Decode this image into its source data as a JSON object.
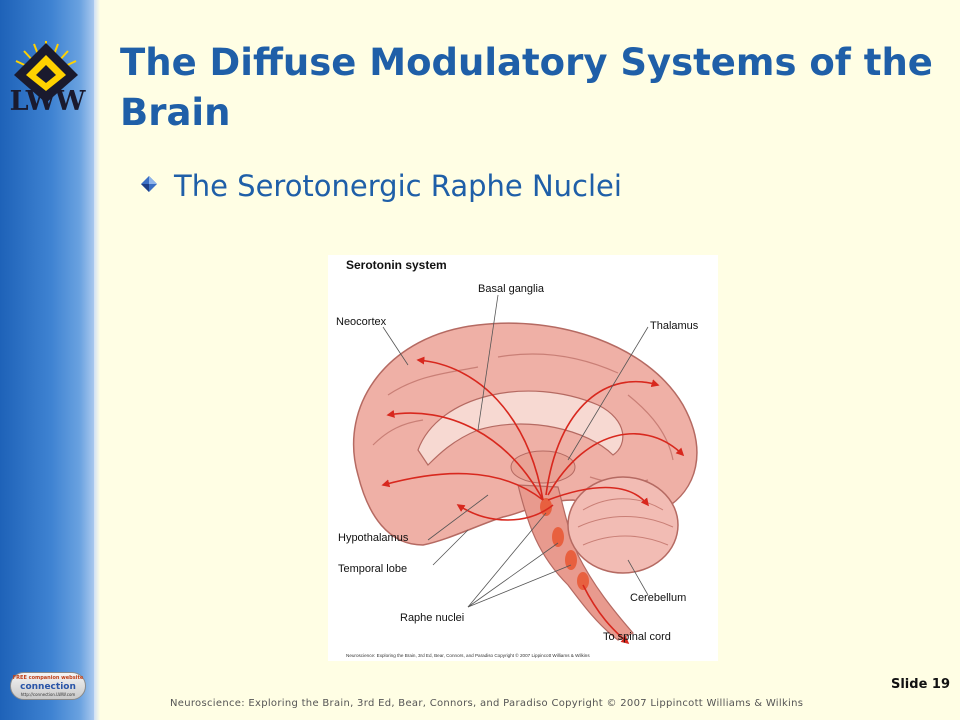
{
  "logo": {
    "text": "LWW"
  },
  "badge": {
    "top": "FREE companion website",
    "main": "connection",
    "url": "http://connection.LWW.com"
  },
  "slide": {
    "title": "The Diffuse Modulatory Systems of the Brain",
    "bullet": "The Serotonergic Raphe Nuclei",
    "number": "Slide 19",
    "footer": "Neuroscience: Exploring the Brain, 3rd Ed, Bear, Connors, and Paradiso Copyright © 2007 Lippincott Williams & Wilkins"
  },
  "figure": {
    "heading": "Serotonin system",
    "labels": {
      "basal_ganglia": "Basal ganglia",
      "neocortex": "Neocortex",
      "thalamus": "Thalamus",
      "hypothalamus": "Hypothalamus",
      "temporal_lobe": "Temporal lobe",
      "cerebellum": "Cerebellum",
      "raphe_nuclei": "Raphe nuclei",
      "spinal_cord": "To spinal cord"
    },
    "credit": "Neuroscience: Exploring the Brain, 3rd Ed, Bear, Connors, and Paradiso Copyright © 2007 Lippincott Williams & Wilkins"
  },
  "colors": {
    "background": "#FFFEE4",
    "accent": "#1f5fa8",
    "sidebar": "#3f83d2",
    "pathway": "#d8281e",
    "tissue": "#efb0a6"
  }
}
